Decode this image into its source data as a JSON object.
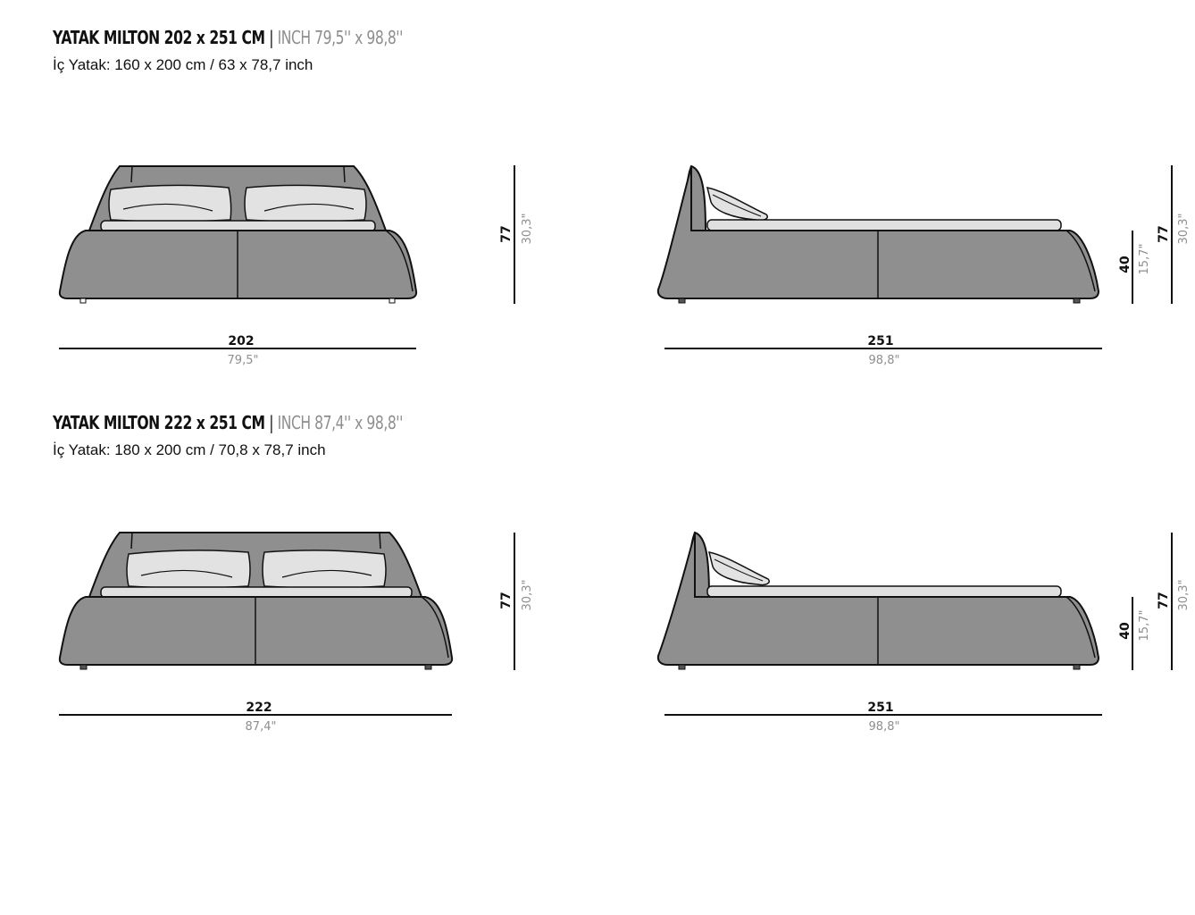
{
  "sections": [
    {
      "title_main": "YATAK MILTON 202 x 251 CM",
      "title_sep": "|",
      "title_inch": "INCH 79,5'' x 98,8''",
      "subtitle": "İç Yatak: 160 x 200 cm / 63 x 78,7 inch",
      "front_width_cm": "202",
      "front_width_in": "79,5\"",
      "front_height_cm": "77",
      "front_height_in": "30,3\"",
      "side_length_cm": "251",
      "side_length_in": "98,8\"",
      "side_seat_cm": "40",
      "side_seat_in": "15,7\"",
      "side_height_cm": "77",
      "side_height_in": "30,3\""
    },
    {
      "title_main": "YATAK MILTON 222 x 251 CM",
      "title_sep": "|",
      "title_inch": "INCH 87,4'' x 98,8''",
      "subtitle": "İç Yatak: 180 x 200 cm / 70,8 x 78,7 inch",
      "front_width_cm": "222",
      "front_width_in": "87,4\"",
      "front_height_cm": "77",
      "front_height_in": "30,3\"",
      "side_length_cm": "251",
      "side_length_in": "98,8\"",
      "side_seat_cm": "40",
      "side_seat_in": "15,7\"",
      "side_height_cm": "77",
      "side_height_in": "30,3\""
    }
  ],
  "colors": {
    "upholstery": "#8f8f8f",
    "pillow": "#e0e0e0",
    "outline": "#111111",
    "inch_text": "#8e8e8e"
  }
}
